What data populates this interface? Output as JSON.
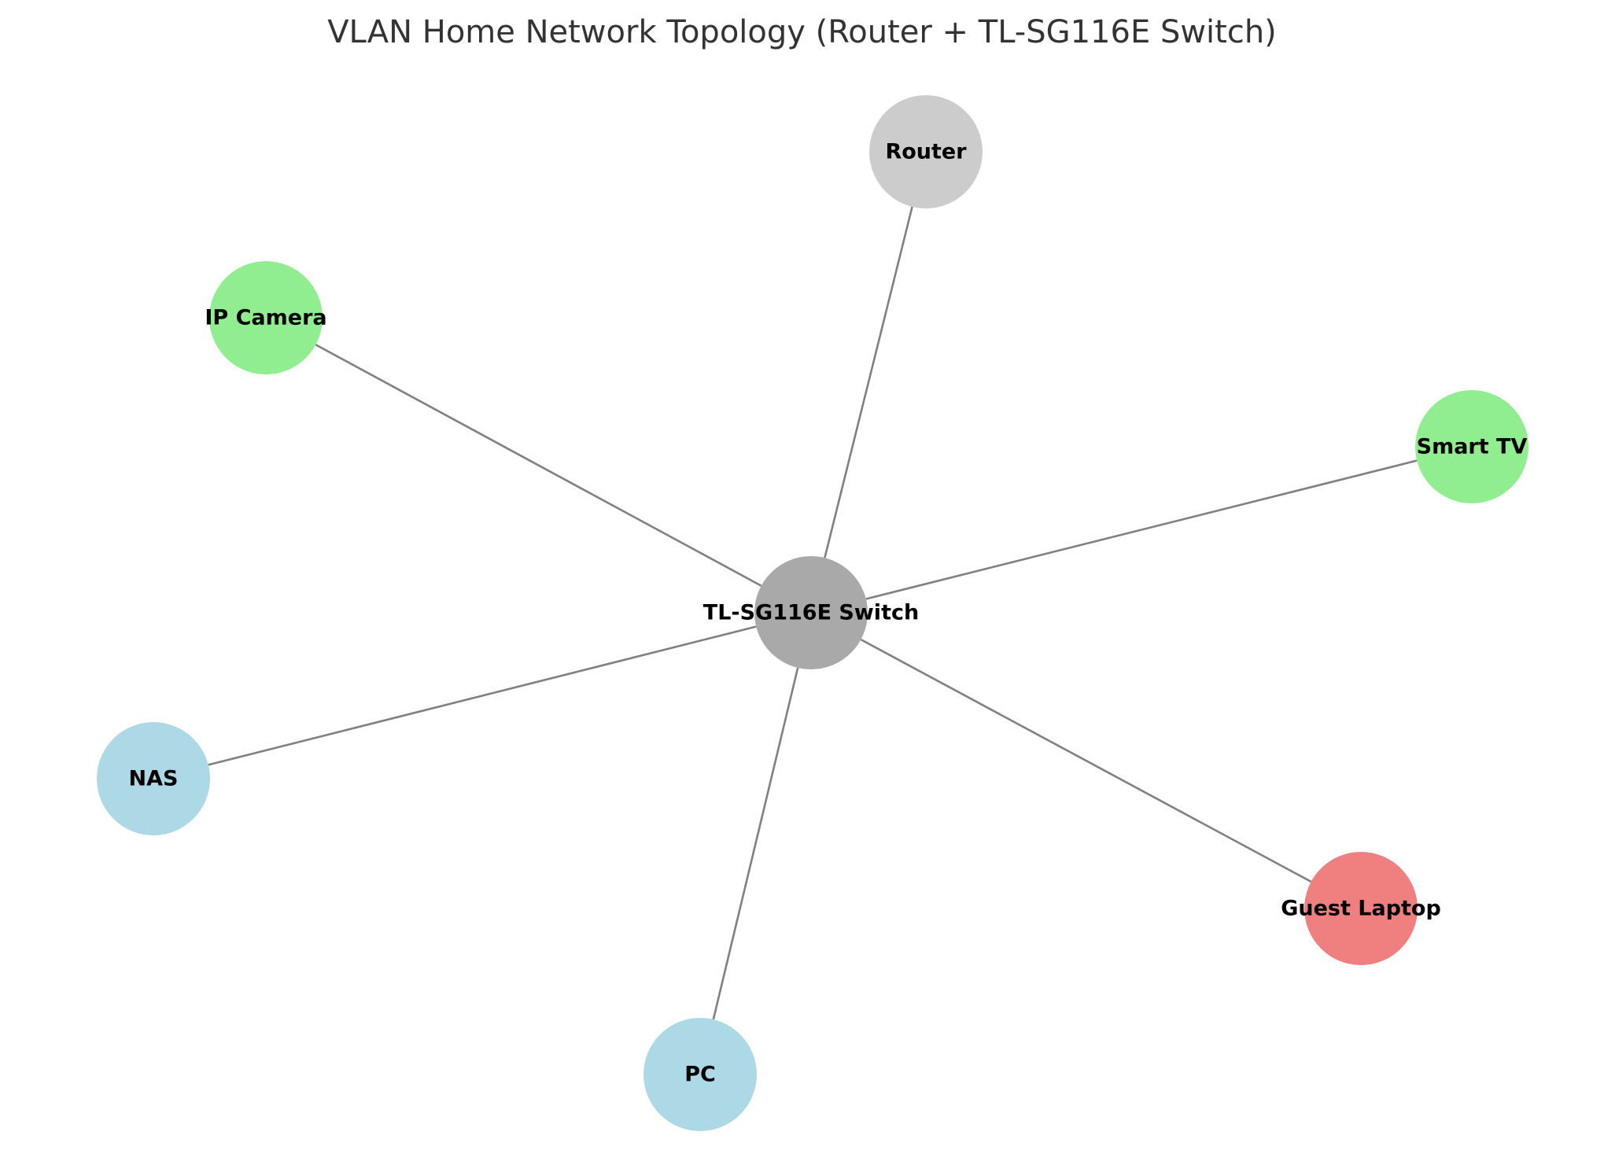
{
  "title": "VLAN Home Network Topology (Router + TL-SG116E Switch)",
  "colors": {
    "edge": "#808080",
    "title": "#333333"
  },
  "nodes": [
    {
      "id": "switch",
      "label": "TL-SG116E Switch",
      "color": "#a9a9a9"
    },
    {
      "id": "router",
      "label": "Router",
      "color": "#cccccc"
    },
    {
      "id": "ip_camera",
      "label": "IP Camera",
      "color": "#90ee90"
    },
    {
      "id": "smart_tv",
      "label": "Smart TV",
      "color": "#90ee90"
    },
    {
      "id": "nas",
      "label": "NAS",
      "color": "#add8e6"
    },
    {
      "id": "pc",
      "label": "PC",
      "color": "#add8e6"
    },
    {
      "id": "guest_laptop",
      "label": "Guest Laptop",
      "color": "#f08080"
    }
  ],
  "edges": [
    {
      "from": "switch",
      "to": "router"
    },
    {
      "from": "switch",
      "to": "ip_camera"
    },
    {
      "from": "switch",
      "to": "smart_tv"
    },
    {
      "from": "switch",
      "to": "nas"
    },
    {
      "from": "switch",
      "to": "pc"
    },
    {
      "from": "switch",
      "to": "guest_laptop"
    }
  ]
}
